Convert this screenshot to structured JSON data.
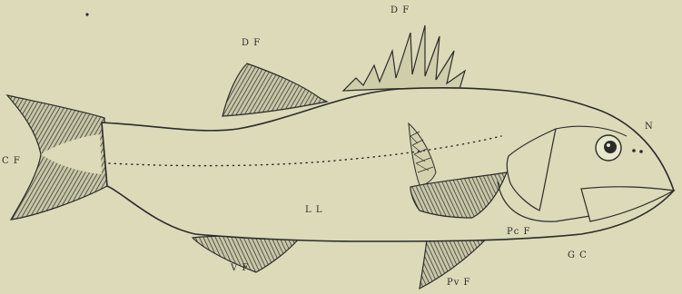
{
  "figure": {
    "background": "#dcdab8",
    "ink": "#2b2b2b",
    "labels": {
      "dorsal_fin_spiny": "D F",
      "dorsal_fin_soft": "D F",
      "caudal_fin": "C F",
      "lateral_line": "L L",
      "pectoral_fin": "Pc F",
      "nostril": "N",
      "gill_cover": "G C",
      "ventral_fin": "V F",
      "pelvic_fin": "Pv F"
    }
  }
}
